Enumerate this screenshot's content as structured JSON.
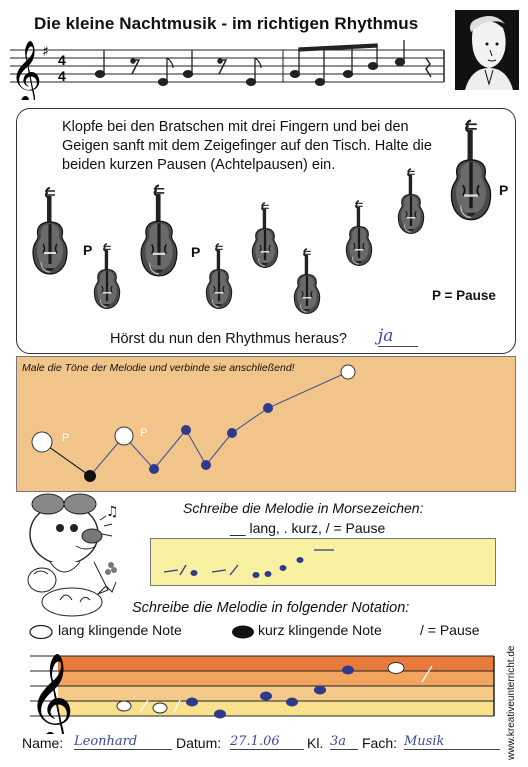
{
  "header": {
    "title": "Die kleine Nachtmusik - im richtigen Rhythmus",
    "time_signature": [
      "4",
      "4"
    ]
  },
  "rhythm_task": {
    "instruction": "Klopfe bei den Bratschen mit drei Fingern und bei den Geigen sanft mit dem Zeigefinger auf den Tisch. Halte die beiden kurzen Pausen (Achtelpausen) ein.",
    "pause_mark": "P",
    "legend": "P = Pause",
    "question": "Hörst du nun den Rhythmus heraus?",
    "answer": "ja"
  },
  "melody_task": {
    "instruction": "Male die Töne der Melodie und verbinde sie anschließend!",
    "pause_mark": "P",
    "accent_color": "#f1c48a"
  },
  "morse_task": {
    "title": "Schreibe die Melodie in Morsezeichen:",
    "legend": "__ lang, . kurz,  / = Pause",
    "accent_color": "#f8f1a2"
  },
  "notation_task": {
    "title": "Schreibe die Melodie in folgender Notation:",
    "legend_long": "lang klingende Note",
    "legend_short": "kurz klingende Note",
    "legend_pause": "/ = Pause"
  },
  "footer": {
    "name_label": "Name:",
    "name_value": "Leonhard",
    "date_label": "Datum:",
    "date_value": "27.1.06",
    "class_label": "Kl.",
    "class_value": "3a",
    "subject_label": "Fach:",
    "subject_value": "Musik"
  },
  "sidebar": {
    "site": "www.kreativeunterricht.de"
  }
}
